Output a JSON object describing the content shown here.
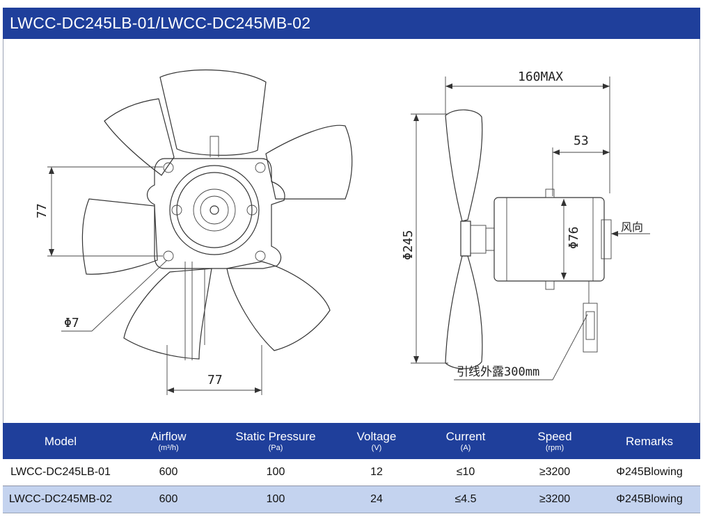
{
  "header": {
    "title": "LWCC-DC245LB-01/LWCC-DC245MB-02"
  },
  "drawing": {
    "front_view": {
      "dim_horizontal": "77",
      "dim_vertical": "77",
      "dim_hole": "Φ7"
    },
    "side_view": {
      "dim_total_length": "160MAX",
      "dim_motor_length": "53",
      "dim_fan_diameter": "Φ245",
      "dim_motor_diameter": "Φ76",
      "wind_direction": "风向",
      "lead_wire_note": "引线外露300mm"
    }
  },
  "table": {
    "headers": [
      {
        "name": "Model",
        "unit": ""
      },
      {
        "name": "Airflow",
        "unit": "(m³/h)"
      },
      {
        "name": "Static Pressure",
        "unit": "(Pa)"
      },
      {
        "name": "Voltage",
        "unit": "(V)"
      },
      {
        "name": "Current",
        "unit": "(A)"
      },
      {
        "name": "Speed",
        "unit": "(rpm)"
      },
      {
        "name": "Remarks",
        "unit": ""
      }
    ],
    "rows": [
      [
        "LWCC-DC245LB-01",
        "600",
        "100",
        "12",
        "≤10",
        "≥3200",
        "Φ245Blowing"
      ],
      [
        "LWCC-DC245MB-02",
        "600",
        "100",
        "24",
        "≤4.5",
        "≥3200",
        "Φ245Blowing"
      ]
    ]
  },
  "colors": {
    "header_bg": "#1f3f9b",
    "row_alt_bg": "#c4d3ef",
    "line": "#333333"
  }
}
